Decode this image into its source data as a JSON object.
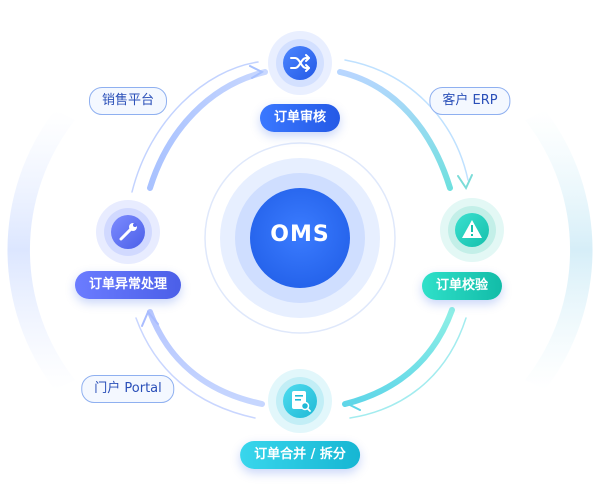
{
  "center": {
    "label": "OMS"
  },
  "nodes": [
    {
      "id": "review",
      "label": "订单审核",
      "icon": "shuffle-icon",
      "color": "#2f6bf2"
    },
    {
      "id": "verify",
      "label": "订单校验",
      "icon": "warning-icon",
      "color": "#1ecfbc"
    },
    {
      "id": "merge",
      "label": "订单合并 / 拆分",
      "icon": "document-search-icon",
      "color": "#22c7dd"
    },
    {
      "id": "exception",
      "label": "订单异常处理",
      "icon": "wrench-icon",
      "color": "#5a6cf0"
    }
  ],
  "sources": [
    {
      "label": "销售平台"
    },
    {
      "label": "客户 ERP"
    },
    {
      "label": "门户 Portal"
    }
  ]
}
